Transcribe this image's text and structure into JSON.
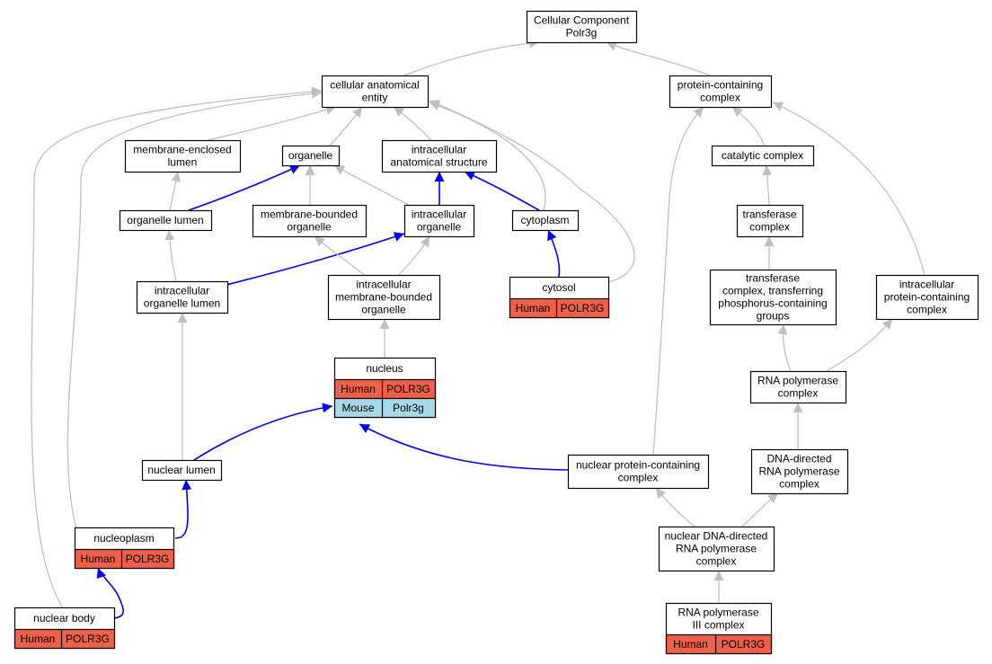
{
  "colors": {
    "human": "#f06048",
    "mouse": "#a8d8e6",
    "gray_edge": "#bfbfbf",
    "blue_edge": "#0000ee",
    "node_border": "#000000"
  },
  "nodes": {
    "cc": {
      "lines": [
        "Cellular Component",
        "Polr3g"
      ]
    },
    "cae": {
      "lines": [
        "cellular anatomical",
        "entity"
      ]
    },
    "pcc": {
      "lines": [
        "protein-containing",
        "complex"
      ]
    },
    "mel": {
      "lines": [
        "membrane-enclosed",
        "lumen"
      ]
    },
    "org": {
      "lines": [
        "organelle"
      ]
    },
    "ias": {
      "lines": [
        "intracellular",
        "anatomical structure"
      ]
    },
    "cat": {
      "lines": [
        "catalytic complex"
      ]
    },
    "orgl": {
      "lines": [
        "organelle lumen"
      ]
    },
    "mbo": {
      "lines": [
        "membrane-bounded",
        "organelle"
      ]
    },
    "io": {
      "lines": [
        "intracellular",
        "organelle"
      ]
    },
    "cyto": {
      "lines": [
        "cytoplasm"
      ]
    },
    "tc": {
      "lines": [
        "transferase",
        "complex"
      ]
    },
    "iol": {
      "lines": [
        "intracellular",
        "organelle lumen"
      ]
    },
    "imbo": {
      "lines": [
        "intracellular",
        "membrane-bounded",
        "organelle"
      ]
    },
    "cytosol": {
      "lines": [
        "cytosol"
      ],
      "rows": [
        [
          "Human",
          "POLR3G"
        ]
      ]
    },
    "tctp": {
      "lines": [
        "transferase",
        "complex, transferring",
        "phosphorus-containing",
        "groups"
      ]
    },
    "ipcc": {
      "lines": [
        "intracellular",
        "protein-containing",
        "complex"
      ]
    },
    "nuc": {
      "lines": [
        "nucleus"
      ],
      "rows": [
        [
          "Human",
          "POLR3G"
        ],
        [
          "Mouse",
          "Polr3g"
        ]
      ]
    },
    "rnap": {
      "lines": [
        "RNA polymerase",
        "complex"
      ]
    },
    "nl": {
      "lines": [
        "nuclear lumen"
      ]
    },
    "npcc": {
      "lines": [
        "nuclear protein-containing",
        "complex"
      ]
    },
    "ddrp": {
      "lines": [
        "DNA-directed",
        "RNA polymerase",
        "complex"
      ]
    },
    "np": {
      "lines": [
        "nucleoplasm"
      ],
      "rows": [
        [
          "Human",
          "POLR3G"
        ]
      ]
    },
    "nddrp": {
      "lines": [
        "nuclear DNA-directed",
        "RNA polymerase",
        "complex"
      ]
    },
    "nb": {
      "lines": [
        "nuclear body"
      ],
      "rows": [
        [
          "Human",
          "POLR3G"
        ]
      ]
    },
    "rp3": {
      "lines": [
        "RNA polymerase",
        "III complex"
      ],
      "rows": [
        [
          "Human",
          "POLR3G"
        ]
      ]
    }
  },
  "edges": [
    {
      "from": "cae",
      "to": "cc",
      "color": "gray"
    },
    {
      "from": "pcc",
      "to": "cc",
      "color": "gray"
    },
    {
      "from": "mel",
      "to": "cae",
      "color": "gray"
    },
    {
      "from": "org",
      "to": "cae",
      "color": "gray"
    },
    {
      "from": "ias",
      "to": "cae",
      "color": "gray"
    },
    {
      "from": "cyto",
      "to": "cae",
      "color": "gray"
    },
    {
      "from": "cytosol",
      "to": "cae",
      "color": "gray"
    },
    {
      "from": "np",
      "to": "cae",
      "color": "gray"
    },
    {
      "from": "nb",
      "to": "cae",
      "color": "gray"
    },
    {
      "from": "orgl",
      "to": "mel",
      "color": "gray"
    },
    {
      "from": "orgl",
      "to": "org",
      "color": "blue"
    },
    {
      "from": "mbo",
      "to": "org",
      "color": "gray"
    },
    {
      "from": "io",
      "to": "org",
      "color": "gray"
    },
    {
      "from": "io",
      "to": "ias",
      "color": "blue"
    },
    {
      "from": "cyto",
      "to": "ias",
      "color": "blue"
    },
    {
      "from": "iol",
      "to": "orgl",
      "color": "gray"
    },
    {
      "from": "iol",
      "to": "io",
      "color": "blue"
    },
    {
      "from": "imbo",
      "to": "mbo",
      "color": "gray"
    },
    {
      "from": "imbo",
      "to": "io",
      "color": "gray"
    },
    {
      "from": "cytosol",
      "to": "cyto",
      "color": "blue"
    },
    {
      "from": "nuc",
      "to": "imbo",
      "color": "gray"
    },
    {
      "from": "nl",
      "to": "iol",
      "color": "gray"
    },
    {
      "from": "nl",
      "to": "nuc",
      "color": "blue"
    },
    {
      "from": "npcc",
      "to": "nuc",
      "color": "blue"
    },
    {
      "from": "np",
      "to": "nl",
      "color": "blue"
    },
    {
      "from": "nb",
      "to": "np",
      "color": "blue"
    },
    {
      "from": "cat",
      "to": "pcc",
      "color": "gray"
    },
    {
      "from": "npcc",
      "to": "pcc",
      "color": "gray"
    },
    {
      "from": "ipcc",
      "to": "pcc",
      "color": "gray"
    },
    {
      "from": "tc",
      "to": "cat",
      "color": "gray"
    },
    {
      "from": "tctp",
      "to": "tc",
      "color": "gray"
    },
    {
      "from": "rnap",
      "to": "tctp",
      "color": "gray"
    },
    {
      "from": "rnap",
      "to": "ipcc",
      "color": "gray"
    },
    {
      "from": "ddrp",
      "to": "rnap",
      "color": "gray"
    },
    {
      "from": "nddrp",
      "to": "npcc",
      "color": "gray"
    },
    {
      "from": "nddrp",
      "to": "ddrp",
      "color": "gray"
    },
    {
      "from": "rp3",
      "to": "nddrp",
      "color": "gray"
    }
  ]
}
